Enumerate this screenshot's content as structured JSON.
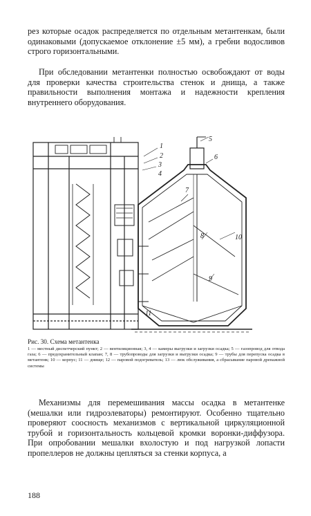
{
  "text": {
    "para_top": "рез которые осадок распределяется по отдельным метантенкам, были одинаковыми (допускаемое отклонение ±5 мм), а гребни водосливов строго горизонтальными.",
    "para_obs": "При обследовании метантенки полностью освобождают от воды для проверки качества строительства стенок и днища, а также правильности выполнения монтажа и надежности крепления внутреннего оборудования.",
    "caption_title": "Рис. 30. Схема метантенка",
    "caption_legend": "1 — местный диспетчерский пункт; 2 — вентиляционная; 3, 4 — камеры выгрузки и загрузки осадка; 5 — газопровод для отвода газа; 6 — предохранительный клапан; 7, 8 — трубопроводы для загрузки и выгрузки осадка; 9 — трубы для перепуска осадка в метантенк; 10 — корпус; 11 — днище; 12 — паровой подогреватель; 13 — люк обслуживания, а сбрасывание паровой дренажной системы",
    "para_mech": "Механизмы для перемешивания массы осадка в метантенке (мешалки или гидроэлеваторы) ремонтируют. Особенно тщательно проверяют соосность механизмов с вертикальной циркуляционной трубой и горизонтальность кольцевой кромки воронки-диффузора. При опробовании мешалки вхолостую и под нагрузкой лопасти пропеллеров не должны цепляться за стенки корпуса, а",
    "page_number": "188"
  },
  "figure_labels": {
    "l1": "1",
    "l2": "2",
    "l3": "3",
    "l4": "4",
    "l5": "5",
    "l6": "6",
    "l7": "7",
    "l8": "8",
    "l9": "9",
    "l10": "10",
    "l11": "11"
  }
}
